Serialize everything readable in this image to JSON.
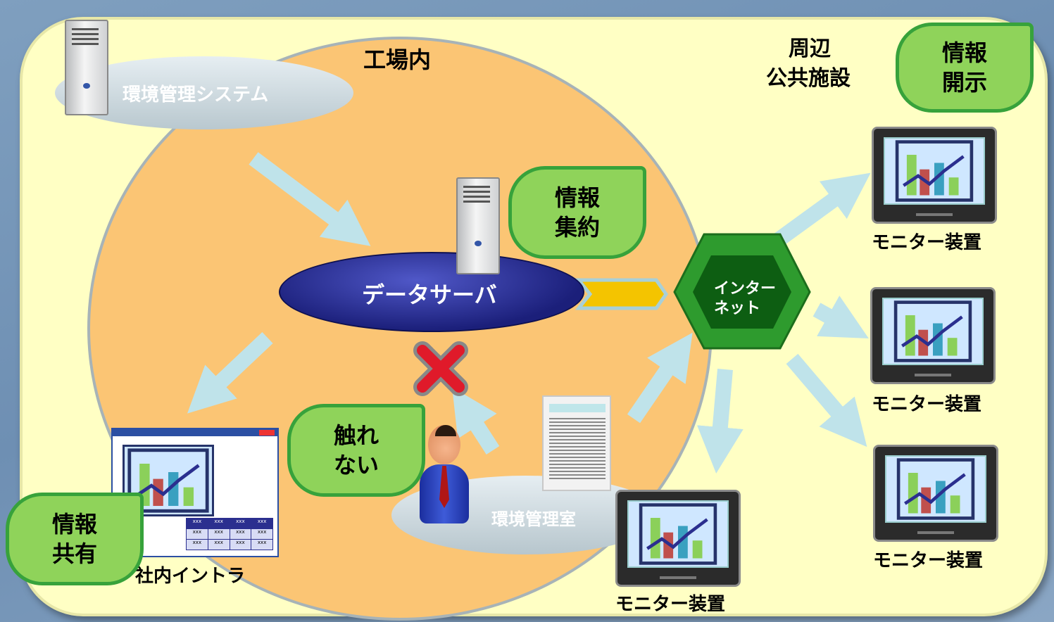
{
  "labels": {
    "factory": "工場内",
    "public_facility_line1": "周辺",
    "public_facility_line2": "公共施設",
    "env_system": "環境管理システム",
    "data_server": "データサーバ",
    "internet_line1": "インター",
    "internet_line2": "ネット",
    "env_room": "環境管理室",
    "intranet": "社内イントラ",
    "monitor": "モニター装置"
  },
  "bubbles": {
    "disclosure": [
      "情報",
      "開示"
    ],
    "aggregation": [
      "情報",
      "集約"
    ],
    "no_touch": [
      "触れ",
      "ない"
    ],
    "sharing": [
      "情報",
      "共有"
    ]
  },
  "intranet_table": [
    "xxx",
    "xxx",
    "xxx",
    "xxx",
    "xxx",
    "xxx",
    "xxx",
    "xxx",
    "xxx",
    "xxx",
    "xxx",
    "xxx"
  ],
  "colors": {
    "panel_bg": "#ffffc4",
    "factory_circle": "#fbc574",
    "bubble_green": "#8fd35a",
    "server_ellipse": "#1b1f7a",
    "internet_hex": "#2f9e2f",
    "arrow": "#bfe3ea",
    "reject_mark": "#e01a2a"
  },
  "icons": [
    "server-icon",
    "person-icon",
    "document-icon",
    "monitor-icon",
    "reject-x-icon",
    "chevron-arrow-icon"
  ]
}
